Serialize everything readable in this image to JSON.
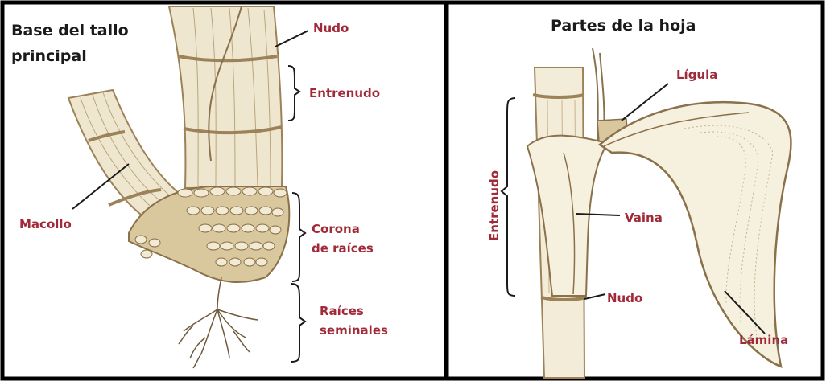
{
  "left_panel": {
    "title_line1": "Base del tallo",
    "title_line2": "principal",
    "labels": {
      "nudo": "Nudo",
      "entrenudo": "Entrenudo",
      "macollo": "Macollo",
      "corona_line1": "Corona",
      "corona_line2": "de raíces",
      "raices_line1": "Raíces",
      "raices_line2": "seminales"
    }
  },
  "right_panel": {
    "title": "Partes de la hoja",
    "labels": {
      "ligula": "Lígula",
      "entrenudo": "Entrenudo",
      "vaina": "Vaina",
      "nudo": "Nudo",
      "lamina": "Lámina"
    }
  },
  "colors": {
    "label_red": "#a12a3a",
    "title_dark": "#1a1a1a",
    "stem_fill": "#efe6cf",
    "stem_stroke": "#9b8258",
    "leaf_fill": "#f6f0de",
    "border": "#000000"
  }
}
